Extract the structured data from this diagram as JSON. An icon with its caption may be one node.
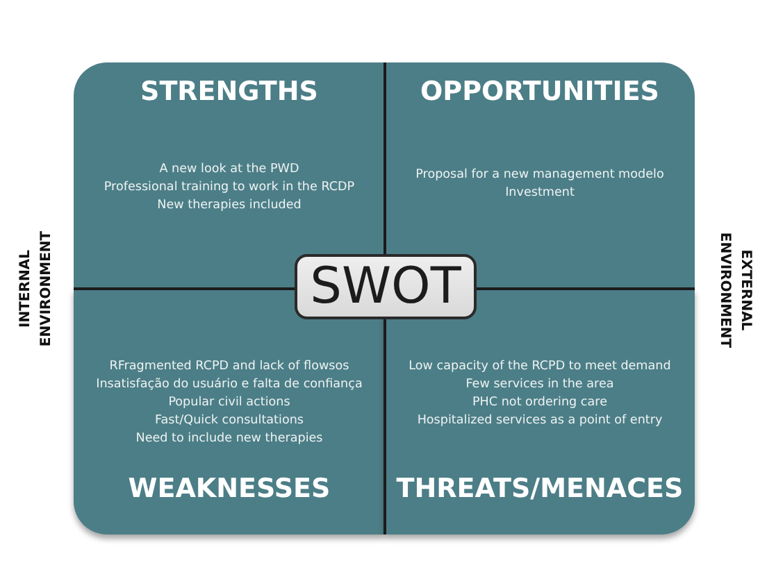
{
  "diagram": {
    "nodes": [
      {
        "text": [
          "STRENGTHS",
          "A new look at the PWD",
          "Professional training to work in the RCDP",
          "New therapies included"
        ]
      },
      {
        "text": [
          "OPPORTUNITIES",
          "Proposal for a new management modelo",
          "Investment"
        ]
      },
      {
        "text": [
          "SWOT"
        ]
      },
      {
        "text": [
          "RFragmented RCPD and lack of flowsos",
          "Insatisfação do usuário e falta de confiança",
          "Popular civil actions",
          "Fast/Quick consultations",
          "Need to include new therapies",
          "WEAKNESSES"
        ]
      },
      {
        "text": [
          "Low capacity of the RCPD to meet demand",
          "Few services in the area",
          "PHC not ordering care",
          "Hospitalized services as a point of entry",
          "THREATS/MENACES"
        ]
      }
    ],
    "labels": [
      "INTERNAL ENVIRONMENT",
      "EXTERNAL ENVIRONMENT"
    ]
  }
}
